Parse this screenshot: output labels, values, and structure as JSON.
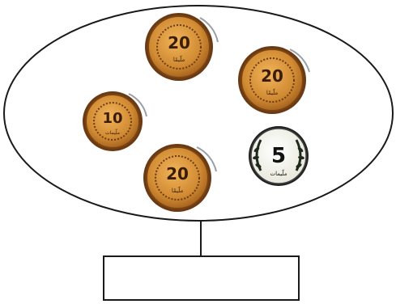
{
  "coins": [
    {
      "id": "coin-20-top",
      "value": "20",
      "metal": "bronze"
    },
    {
      "id": "coin-20-right",
      "value": "20",
      "metal": "bronze"
    },
    {
      "id": "coin-10-left",
      "value": "10",
      "metal": "bronze"
    },
    {
      "id": "coin-20-bottom",
      "value": "20",
      "metal": "bronze"
    },
    {
      "id": "coin-5",
      "value": "5",
      "metal": "white"
    }
  ],
  "answer_box": {
    "value": ""
  },
  "colors": {
    "outline": "#1a1a1a",
    "bronze_rim": "#9a5a1c",
    "bronze_face": "#d8963c",
    "bronze_dark": "#5a2f0c",
    "white_face": "#f7f7ee",
    "laurel": "#1f2a1f"
  }
}
